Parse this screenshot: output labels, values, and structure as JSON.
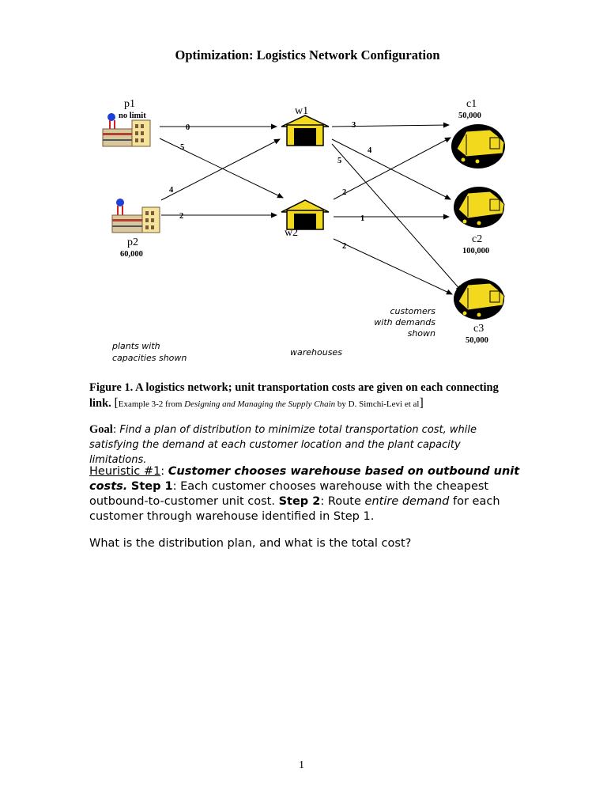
{
  "title": "Optimization: Logistics Network Configuration",
  "diagram": {
    "plants": [
      {
        "name": "p1",
        "capacity": "no limit"
      },
      {
        "name": "p2",
        "capacity": "60,000"
      }
    ],
    "warehouses": [
      {
        "name": "w1"
      },
      {
        "name": "w2"
      }
    ],
    "customers": [
      {
        "name": "c1",
        "demand": "50,000"
      },
      {
        "name": "c2",
        "demand": "100,000"
      },
      {
        "name": "c3",
        "demand": "50,000"
      }
    ],
    "edges": [
      {
        "from": "p1",
        "to": "w1",
        "cost": "0"
      },
      {
        "from": "p1",
        "to": "w2",
        "cost": "5"
      },
      {
        "from": "p2",
        "to": "w1",
        "cost": "4"
      },
      {
        "from": "p2",
        "to": "w2",
        "cost": "2"
      },
      {
        "from": "w1",
        "to": "c1",
        "cost": "3"
      },
      {
        "from": "w1",
        "to": "c2",
        "cost": "4"
      },
      {
        "from": "w1",
        "to": "c3",
        "cost": "5"
      },
      {
        "from": "w2",
        "to": "c1",
        "cost": "2"
      },
      {
        "from": "w2",
        "to": "c2",
        "cost": "1"
      },
      {
        "from": "w2",
        "to": "c3",
        "cost": "2"
      }
    ],
    "notes": {
      "plants_line1": "plants with",
      "plants_line2": "capacities shown",
      "warehouses": "warehouses",
      "customers_line1": "customers",
      "customers_line2": "with demands",
      "customers_line3": "shown"
    }
  },
  "caption": {
    "bold": "Figure 1. A logistics network; unit transportation costs are given on each connecting link.",
    "bracket_open": "[",
    "src_prefix": "Example 3-2 from ",
    "src_book": "Designing and Managing the Supply Chain",
    "src_suffix": " by D. Simchi-Levi et al",
    "bracket_close": "]"
  },
  "goal": {
    "label": "Goal",
    "sep": ": ",
    "text": "Find a plan of distribution to minimize total transportation cost, while satisfying the demand at each customer location and the plant capacity limitations."
  },
  "heuristic": {
    "label": "Heuristic #1",
    "sep": ":  ",
    "title": "Customer chooses warehouse based on outbound unit costs.",
    "step1_label": "Step 1",
    "step1_text": ": Each customer chooses warehouse with the cheapest outbound-to-customer unit cost. ",
    "step2_label": "Step 2",
    "step2_text_a": ": Route ",
    "step2_italic": "entire demand",
    "step2_text_b": " for each customer through warehouse identified in Step 1."
  },
  "question": "What is the distribution plan, and what is the total cost?",
  "page_number": "1"
}
